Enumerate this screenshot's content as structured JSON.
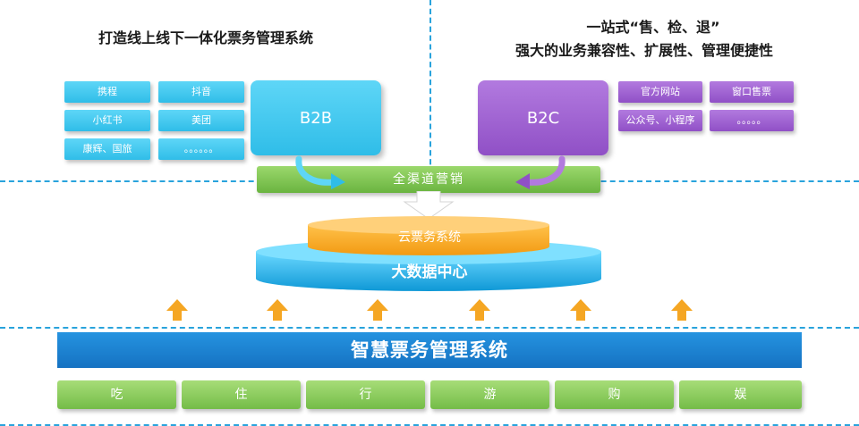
{
  "left_panel": {
    "title": "打造线上线下一体化票务管理系统",
    "tags": [
      "携程",
      "抖音",
      "小红书",
      "美团",
      "康辉、国旅",
      "。。。。。。"
    ],
    "main_tile": "B2B"
  },
  "right_panel": {
    "title_line1": "一站式“售、检、退”",
    "title_line2": "强大的业务兼容性、扩展性、管理便捷性",
    "tags": [
      "官方网站",
      "窗口售票",
      "公众号、小程序",
      "。。。。。"
    ],
    "main_tile": "B2C"
  },
  "channel_bar": "全渠道营销",
  "cloud_layer": "云票务系统",
  "data_layer": "大数据中心",
  "system_bar": "智慧票务管理系统",
  "bottom_items": [
    "吃",
    "住",
    "行",
    "游",
    "购",
    "娱"
  ],
  "colors": {
    "dash": "#29a3dc",
    "blue_tile": "#2fbde8",
    "purple_tile": "#9050c6",
    "green": "#74bc48",
    "orange": "#f5a623",
    "cyan_base": "#18a8e0",
    "system_blue": "#1a7fd1"
  },
  "icons": [
    "curved-arrow-icon",
    "down-arrow-icon",
    "up-arrow-icon"
  ]
}
